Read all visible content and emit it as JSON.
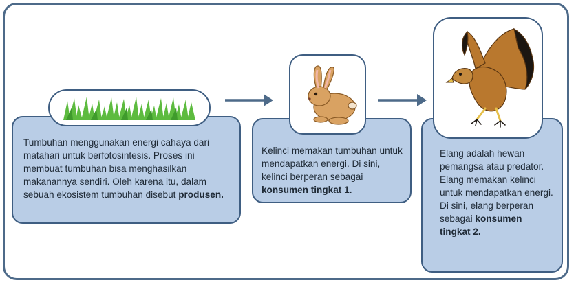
{
  "cards": {
    "producer": {
      "parts": [
        {
          "text": "Tumbuhan menggunakan energi cahaya dari matahari untuk berfotosintesis. Proses ini membuat tumbuhan bisa menghasilkan makanannya sendiri. Oleh karena itu, dalam sebuah ekosistem tumbuhan disebut ",
          "bold": false
        },
        {
          "text": "produsen.",
          "bold": true
        }
      ]
    },
    "rabbit": {
      "parts": [
        {
          "text": "Kelinci memakan tumbuhan untuk mendapatkan energi. Di sini, kelinci berperan sebagai ",
          "bold": false
        },
        {
          "text": "konsumen tingkat 1.",
          "bold": true
        }
      ]
    },
    "eagle": {
      "parts": [
        {
          "text": "Elang adalah hewan pemangsa atau predator. Elang memakan kelinci untuk mendapatkan energi. Di sini, elang berperan sebagai ",
          "bold": false
        },
        {
          "text": "konsumen tingkat 2.",
          "bold": true
        }
      ]
    }
  },
  "colors": {
    "card_fill": "#b9cde6",
    "card_border": "#3f5e82",
    "arrow": "#4d6a89",
    "grass": "#5dbb3f",
    "rabbit": "#d9a262",
    "eagle": "#b9782e"
  },
  "icons": [
    "grass-icon",
    "rabbit-icon",
    "eagle-icon",
    "arrow-right-icon"
  ]
}
